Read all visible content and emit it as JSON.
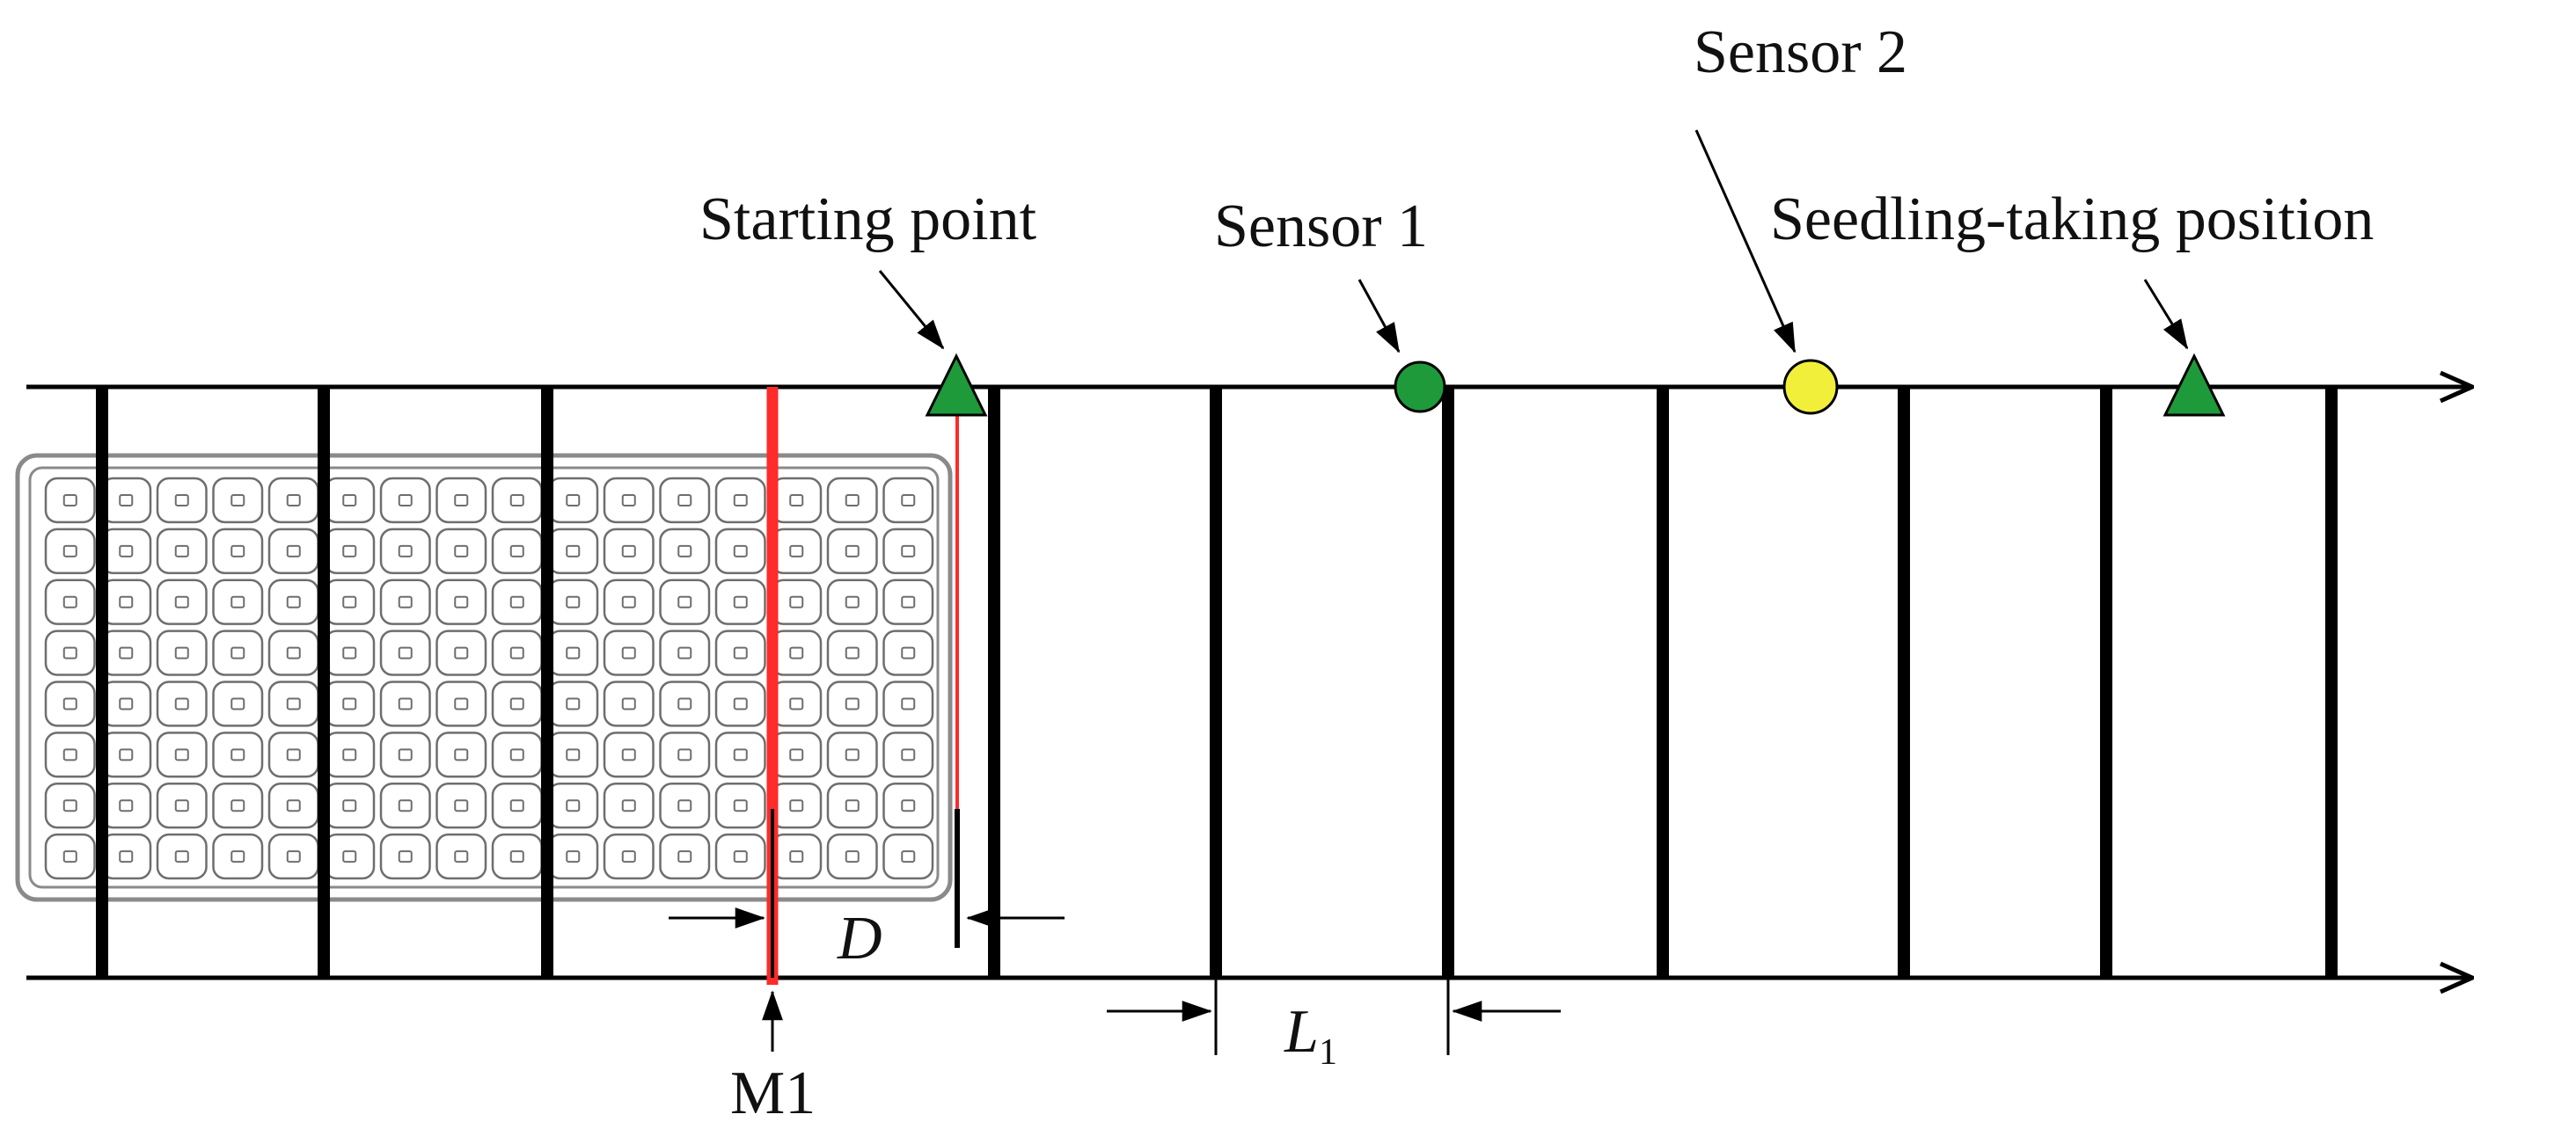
{
  "labels": {
    "starting_point": "Starting point",
    "sensor_1": "Sensor 1",
    "sensor_2": "Sensor 2",
    "seedling_taking_position": "Seedling-taking position",
    "m1": "M1",
    "d": "D",
    "l1_main": "L",
    "l1_sub": "1"
  },
  "tray": {
    "rows": 8,
    "cols": 16
  },
  "colors": {
    "line": "#000000",
    "marker_red": "#ff2a2a",
    "triangle_green": "#1f9a3a",
    "sensor1_green": "#1f9a3a",
    "sensor2_yellow": "#f2ef3a",
    "tray_outline": "#8a8a8a",
    "cell_outline": "#6e6e6e"
  }
}
